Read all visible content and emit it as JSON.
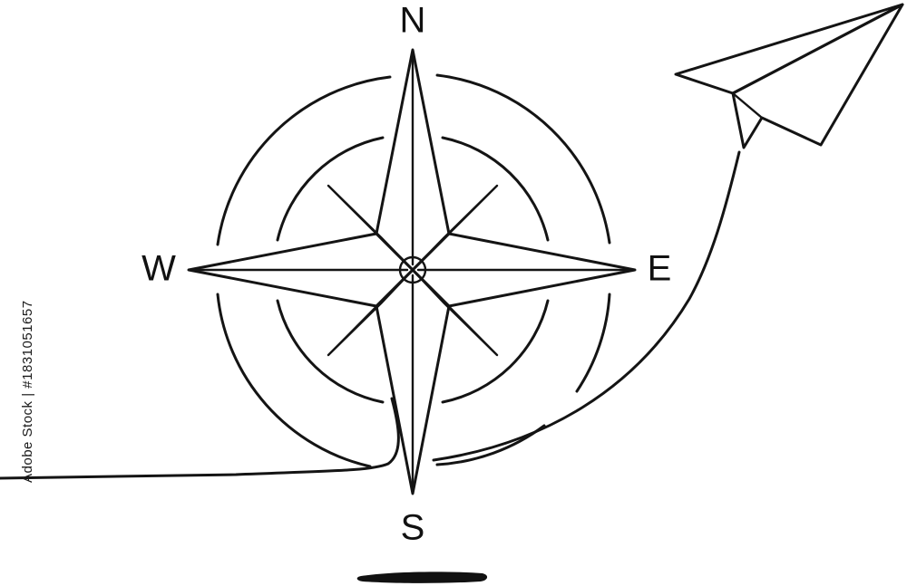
{
  "compass": {
    "north": "N",
    "east": "E",
    "south": "S",
    "west": "W"
  },
  "watermark": {
    "stock_id": "Adobe Stock | #1831051657"
  },
  "icons": [
    "compass-rose-icon",
    "paper-plane-icon"
  ],
  "colors": {
    "line": "#141414",
    "background": "#ffffff"
  }
}
